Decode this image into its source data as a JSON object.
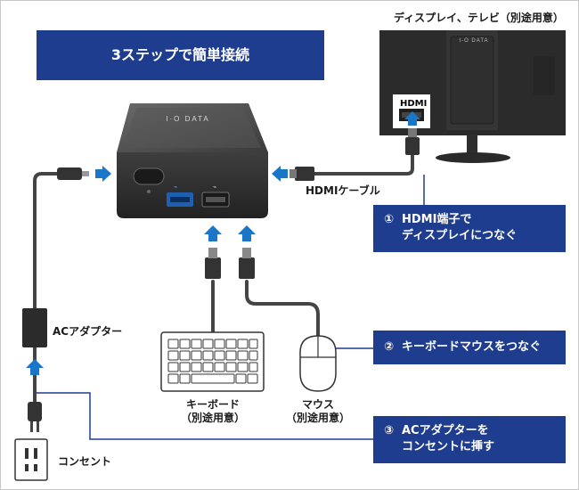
{
  "title": "3ステップで簡単接続",
  "colors": {
    "step_box": "#1f3d8f",
    "arrow": "#1976c8",
    "device": "#3a3a3a",
    "cable": "#444444"
  },
  "device": {
    "brand": "I·O DATA",
    "monitor_brand": "I-O DATA"
  },
  "labels": {
    "display": "ディスプレイ、テレビ（別途用意）",
    "hdmi_port": "HDMI",
    "hdmi_cable": "HDMIケーブル",
    "ac_adapter": "ACアダプター",
    "keyboard_1": "キーボード",
    "keyboard_2": "（別途用意）",
    "mouse_1": "マウス",
    "mouse_2": "（別途用意）",
    "outlet": "コンセント"
  },
  "steps": [
    {
      "number": "①",
      "line1": "HDMI端子で",
      "line2": "ディスプレイにつなぐ"
    },
    {
      "number": "②",
      "line1": "キーボードマウスをつなぐ"
    },
    {
      "number": "③",
      "line1": "ACアダプターを",
      "line2": "コンセントに挿す"
    }
  ]
}
